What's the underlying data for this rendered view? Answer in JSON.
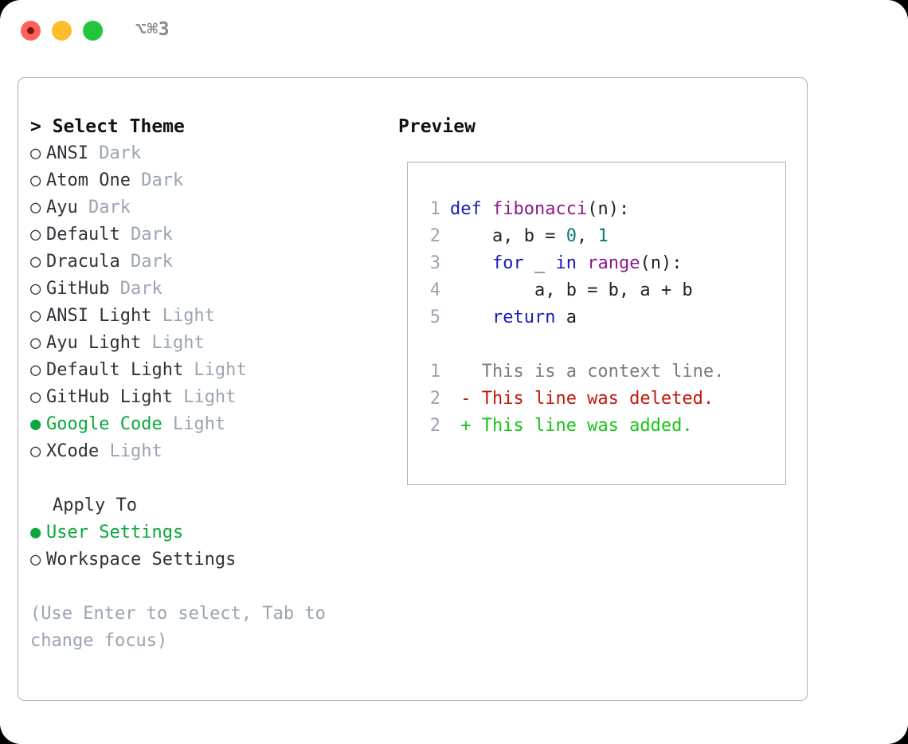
{
  "window": {
    "traffic_lights": [
      "close",
      "minimize",
      "maximize"
    ],
    "shortcut_label": "⌥⌘3",
    "colors": {
      "close": "#ff6159",
      "minimize": "#ffbd2e",
      "maximize": "#23c53b",
      "panel_border": "#a8b0bc",
      "accent_green": "#0aa83c",
      "muted": "#9aa4b2"
    }
  },
  "theme_picker": {
    "heading": "> Select Theme",
    "caret": ">",
    "heading_text": "Select Theme",
    "marker_unselected": "○",
    "marker_selected": "●",
    "items": [
      {
        "name": "ANSI",
        "variant": "Dark",
        "selected": false
      },
      {
        "name": "Atom One",
        "variant": "Dark",
        "selected": false
      },
      {
        "name": "Ayu",
        "variant": "Dark",
        "selected": false
      },
      {
        "name": "Default",
        "variant": "Dark",
        "selected": false
      },
      {
        "name": "Dracula",
        "variant": "Dark",
        "selected": false
      },
      {
        "name": "GitHub",
        "variant": "Dark",
        "selected": false
      },
      {
        "name": "ANSI Light",
        "variant": "Light",
        "selected": false
      },
      {
        "name": "Ayu Light",
        "variant": "Light",
        "selected": false
      },
      {
        "name": "Default Light",
        "variant": "Light",
        "selected": false
      },
      {
        "name": "GitHub Light",
        "variant": "Light",
        "selected": false
      },
      {
        "name": "Google Code",
        "variant": "Light",
        "selected": true
      },
      {
        "name": "XCode",
        "variant": "Light",
        "selected": false
      }
    ]
  },
  "apply_to": {
    "heading": "Apply To",
    "items": [
      {
        "name": "User Settings",
        "selected": true
      },
      {
        "name": "Workspace Settings",
        "selected": false
      }
    ]
  },
  "hint": {
    "text": "(Use Enter to select, Tab to change focus)"
  },
  "preview": {
    "title": "Preview",
    "code_lines": [
      {
        "number": "1",
        "tokens": [
          {
            "text": "def ",
            "kind": "kw"
          },
          {
            "text": "fibonacci",
            "kind": "fn"
          },
          {
            "text": "(n):",
            "kind": "id"
          }
        ]
      },
      {
        "number": "2",
        "tokens": [
          {
            "text": "    a, b = ",
            "kind": "id"
          },
          {
            "text": "0",
            "kind": "num"
          },
          {
            "text": ", ",
            "kind": "id"
          },
          {
            "text": "1",
            "kind": "num"
          }
        ]
      },
      {
        "number": "3",
        "tokens": [
          {
            "text": "    ",
            "kind": "id"
          },
          {
            "text": "for",
            "kind": "kw"
          },
          {
            "text": " _ ",
            "kind": "id"
          },
          {
            "text": "in",
            "kind": "kw"
          },
          {
            "text": " ",
            "kind": "id"
          },
          {
            "text": "range",
            "kind": "fn"
          },
          {
            "text": "(n):",
            "kind": "id"
          }
        ]
      },
      {
        "number": "4",
        "tokens": [
          {
            "text": "        a, b = b, a + b",
            "kind": "id"
          }
        ]
      },
      {
        "number": "5",
        "tokens": [
          {
            "text": "    ",
            "kind": "id"
          },
          {
            "text": "return",
            "kind": "kw"
          },
          {
            "text": " a",
            "kind": "id"
          }
        ]
      }
    ],
    "diff_lines": [
      {
        "number": "1",
        "sign": " ",
        "text": "This is a context line.",
        "kind": "ctx"
      },
      {
        "number": "2",
        "sign": "-",
        "text": "This line was deleted.",
        "kind": "del"
      },
      {
        "number": "2",
        "sign": "+",
        "text": "This line was added.",
        "kind": "add"
      }
    ],
    "syntax_colors": {
      "keyword": "#1a1ab4",
      "function": "#8b1a8b",
      "number": "#0c7a7a",
      "identifier": "#222222",
      "line_number": "#9aa4b2",
      "diff_context": "#7c7c7c",
      "diff_deleted": "#c0180c",
      "diff_added": "#19c419"
    }
  }
}
